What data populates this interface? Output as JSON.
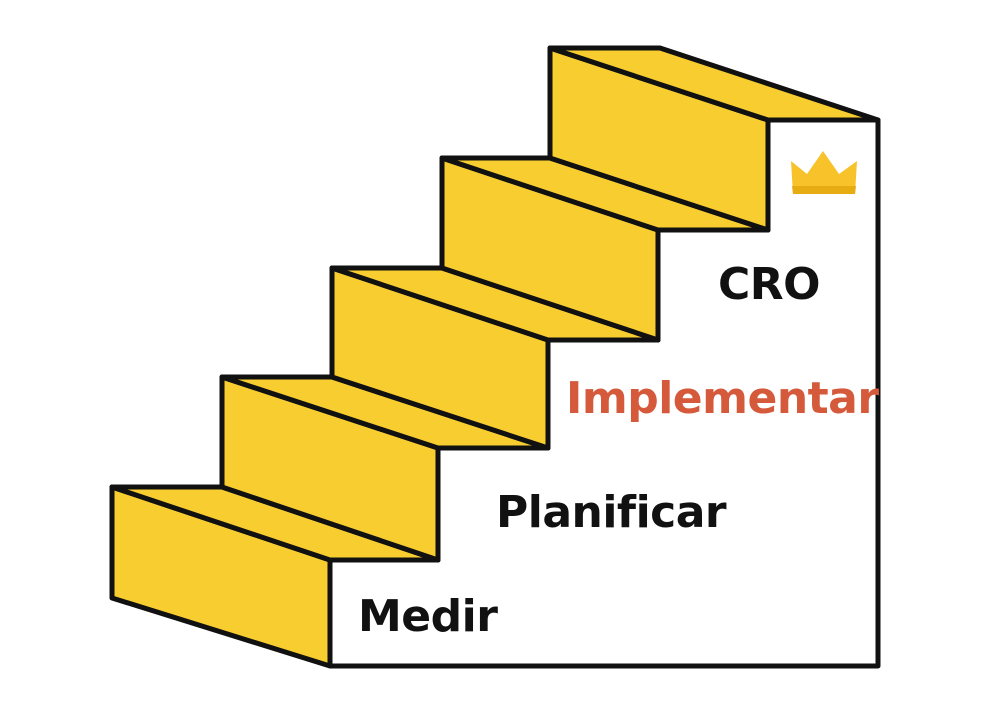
{
  "diagram": {
    "steps": [
      {
        "label": "Medir",
        "color": "#111111"
      },
      {
        "label": "Planificar",
        "color": "#111111"
      },
      {
        "label": "Implementar",
        "color": "#d5593b"
      },
      {
        "label": "CRO",
        "color": "#111111"
      }
    ],
    "crown_icon": "crown-icon",
    "colors": {
      "step_fill": "#f7cd30",
      "outline": "#111111",
      "highlight": "#d5593b",
      "crown": "#f7c22a"
    }
  }
}
